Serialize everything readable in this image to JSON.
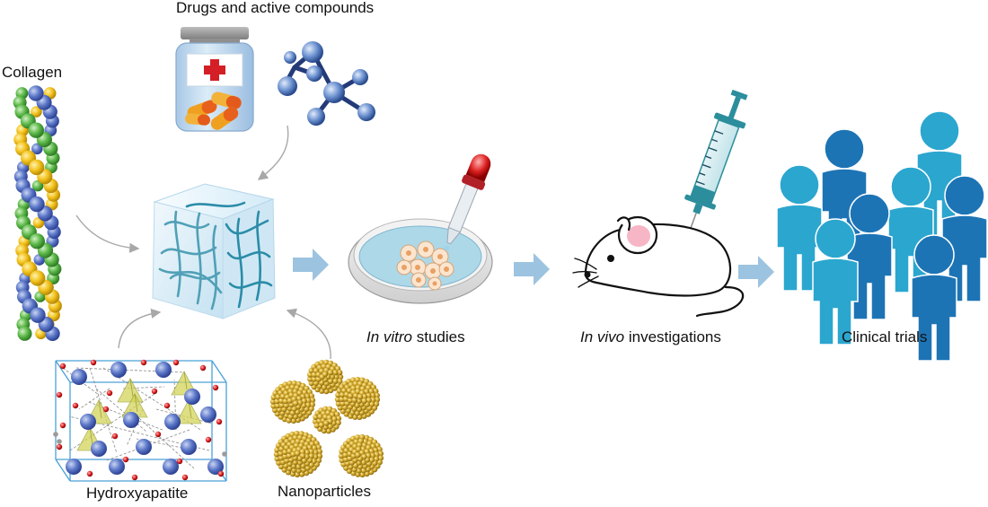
{
  "labels": {
    "drugs": "Drugs and active compounds",
    "collagen": "Collagen",
    "hydroxyapatite": "Hydroxyapatite",
    "nanoparticles": "Nanoparticles",
    "in_vitro_italic": "In vitro",
    "in_vitro_rest": " studies",
    "in_vivo_italic": "In vivo",
    "in_vivo_rest": " investigations",
    "clinical": "Clinical trials"
  },
  "colors": {
    "flow_arrow": "#9cc3e0",
    "helix_blue": "#3b4fb5",
    "helix_yellow": "#f2c21c",
    "helix_green": "#5db94a",
    "mesh": "#2a8ca8",
    "people_light": "#2ba6cf",
    "people_dark": "#1d74b5",
    "dropper_red": "#d8333b",
    "gold": "#c9a227"
  }
}
